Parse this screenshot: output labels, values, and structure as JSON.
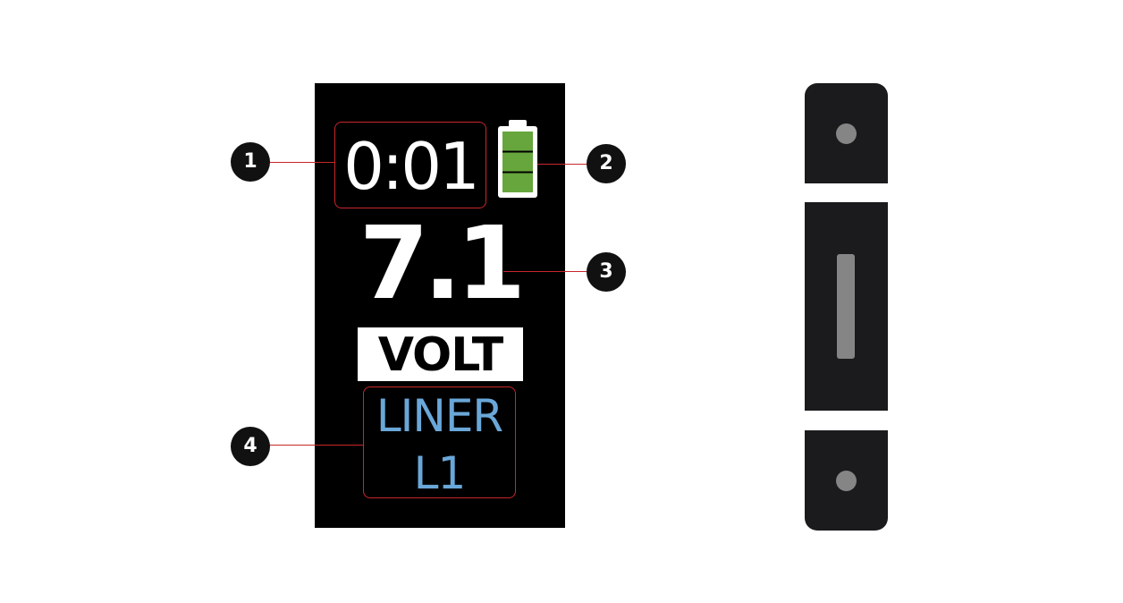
{
  "display": {
    "timer": "0:01",
    "battery": {
      "bars": 3,
      "color": "#66a63c"
    },
    "value": "7.1",
    "unit": "VOLT",
    "mode_line_1": "LINER",
    "mode_line_2": "L1"
  },
  "callouts": [
    "1",
    "2",
    "3",
    "4"
  ],
  "colors": {
    "screen": "#000000",
    "highlight": "#c8262b",
    "mode_text": "#6aa7d9",
    "buttons": "#1b1a1d",
    "button_detail": "#858585"
  }
}
